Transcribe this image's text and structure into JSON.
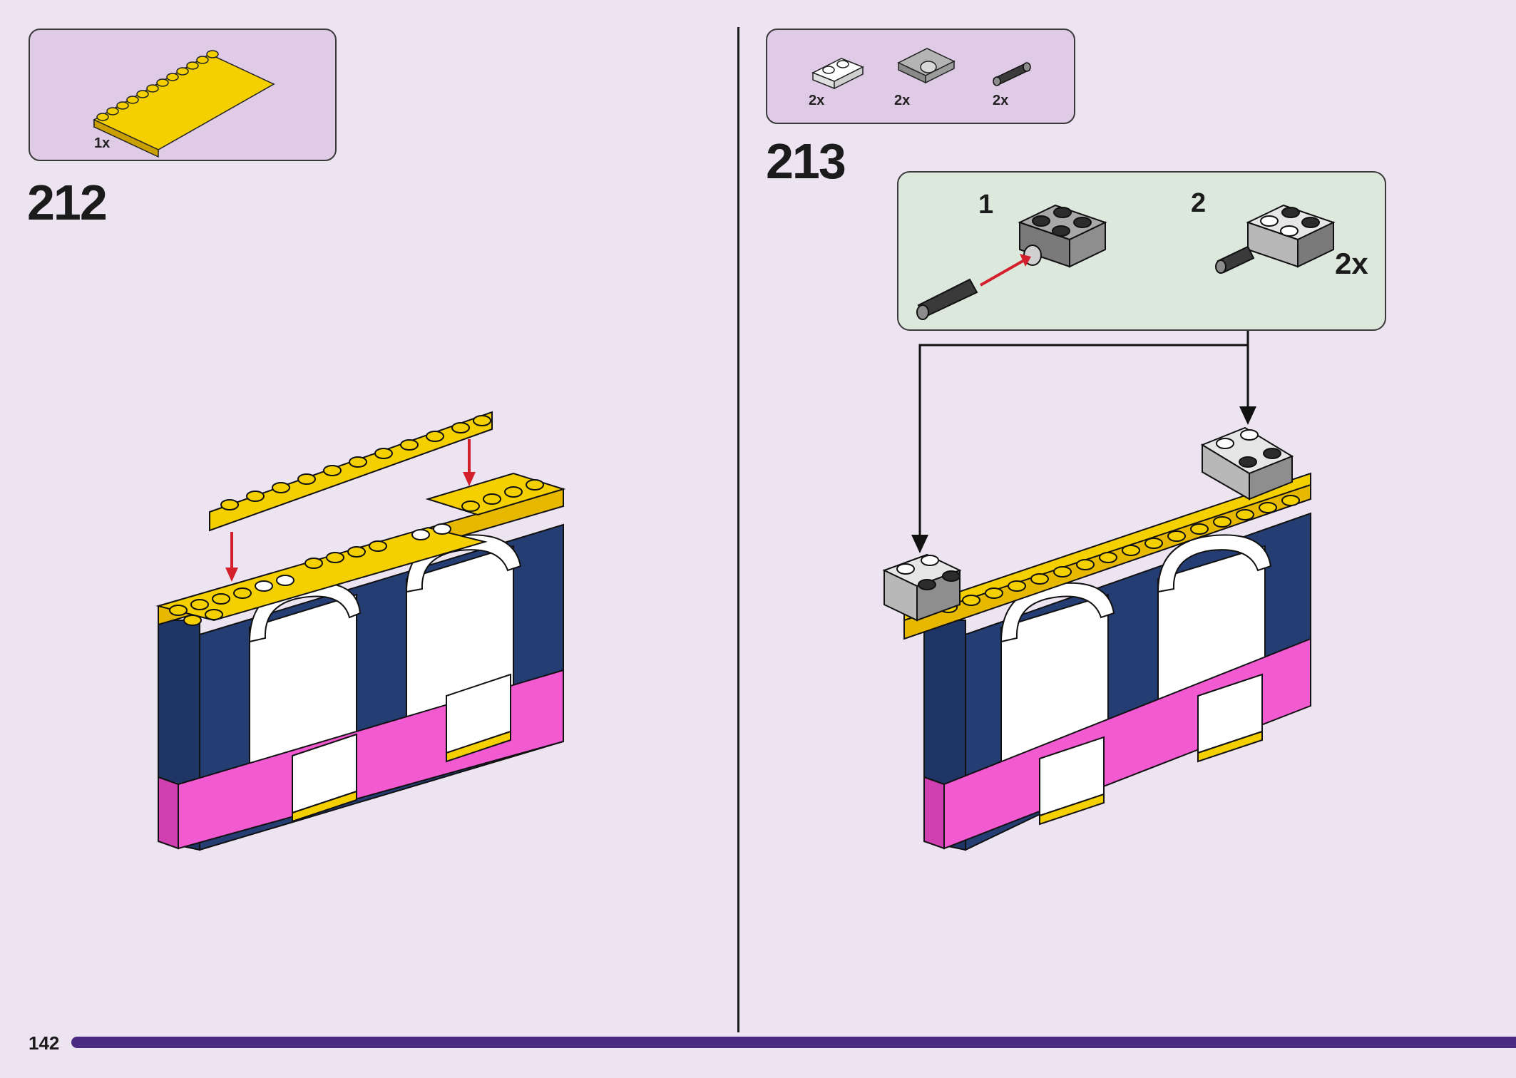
{
  "page": {
    "number": "142"
  },
  "steps": [
    {
      "number": "212",
      "parts": [
        {
          "name": "yellow-plate-1x12",
          "count": "1x",
          "color": "#f5d000"
        }
      ]
    },
    {
      "number": "213",
      "parts": [
        {
          "name": "white-plate-1x2",
          "count": "2x",
          "color": "#ffffff"
        },
        {
          "name": "grey-plate-with-pin-hole",
          "count": "2x",
          "color": "#a0a0a0"
        },
        {
          "name": "black-pin",
          "count": "2x",
          "color": "#333333"
        }
      ],
      "sub_assembly": {
        "step1_label": "1",
        "step2_label": "2",
        "multiplier": "2x"
      }
    }
  ],
  "colors": {
    "background": "#ede4f2",
    "parts_box": "#dfcbe6",
    "sub_box": "#dde8dc",
    "yellow": "#f5d000",
    "navy": "#1f3566",
    "pink": "#f25ad2",
    "arrow_red": "#d4202c",
    "page_bar": "#4a2a82"
  }
}
